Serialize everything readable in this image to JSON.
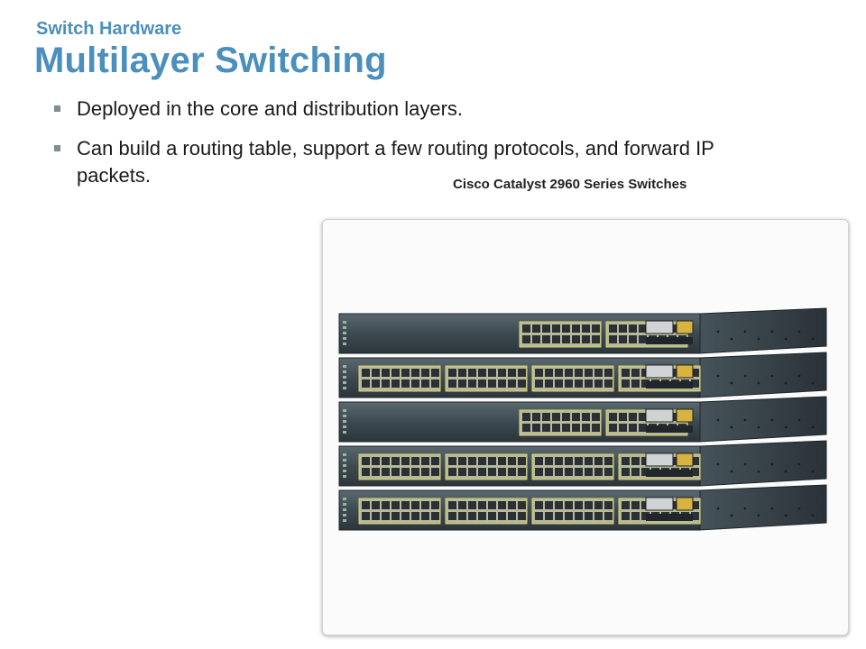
{
  "slide": {
    "subtitle": "Switch Hardware",
    "title": "Multilayer Switching",
    "bullets": [
      "Deployed in the core and distribution layers.",
      "Can build a routing table, support a few routing protocols, and forward IP packets."
    ]
  },
  "figure": {
    "caption": "Cisco Catalyst 2960 Series Switches",
    "switch_count": 5
  },
  "colors": {
    "heading": "#4a8fbd",
    "text": "#1a1a1a",
    "bullet_marker": "#7f8c92",
    "chassis": "#3d4a52"
  }
}
